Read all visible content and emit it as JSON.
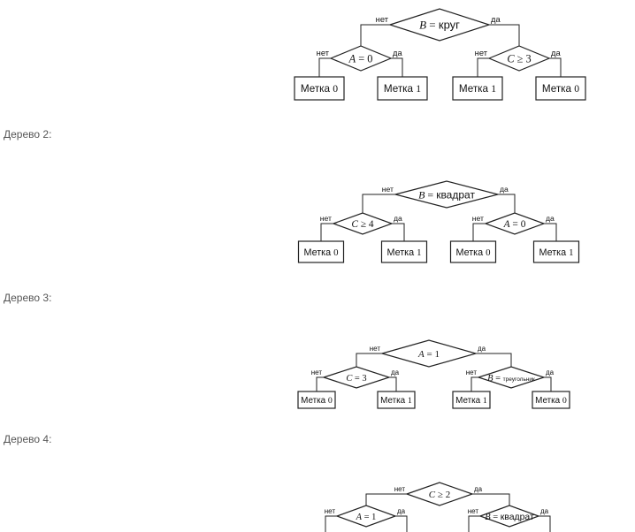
{
  "labels": {
    "no": "нет",
    "yes": "да",
    "label_word": "Метка"
  },
  "trees": [
    {
      "caption": "",
      "root": {
        "var": "B",
        "rel": "=",
        "val": "круг"
      },
      "left": {
        "var": "A",
        "rel": "=",
        "val": "0"
      },
      "right": {
        "var": "C",
        "rel": "≥",
        "val": "3"
      },
      "leaves": [
        "0",
        "1",
        "1",
        "0"
      ]
    },
    {
      "caption": "Дерево 2:",
      "root": {
        "var": "B",
        "rel": "=",
        "val": "квадрат"
      },
      "left": {
        "var": "C",
        "rel": "≥",
        "val": "4"
      },
      "right": {
        "var": "A",
        "rel": "=",
        "val": "0"
      },
      "leaves": [
        "0",
        "1",
        "0",
        "1"
      ]
    },
    {
      "caption": "Дерево 3:",
      "root": {
        "var": "A",
        "rel": "=",
        "val": "1"
      },
      "left": {
        "var": "C",
        "rel": "=",
        "val": "3"
      },
      "right": {
        "var": "B",
        "rel": "=",
        "val": "треугольник"
      },
      "leaves": [
        "0",
        "1",
        "1",
        "0"
      ]
    },
    {
      "caption": "Дерево 4:",
      "root": {
        "var": "C",
        "rel": "≥",
        "val": "2"
      },
      "left": {
        "var": "A",
        "rel": "=",
        "val": "1"
      },
      "right": {
        "var": "B",
        "rel": "=",
        "val": "квадрат"
      },
      "leaves": []
    }
  ]
}
